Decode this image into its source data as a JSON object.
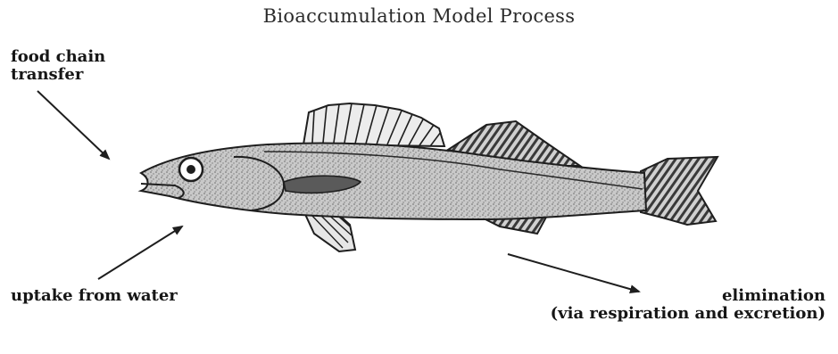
{
  "title": "Bioaccumulation Model Process",
  "labels": {
    "food_chain_line1": "food chain",
    "food_chain_line2": "transfer",
    "uptake": "uptake from water",
    "elimination_line1": "elimination",
    "elimination_line2": "(via respiration and excretion)"
  },
  "icons": [
    "fish-illustration",
    "arrow-icon"
  ],
  "colors": {
    "ink": "#161616",
    "fish_body": "#bdbdbd"
  }
}
